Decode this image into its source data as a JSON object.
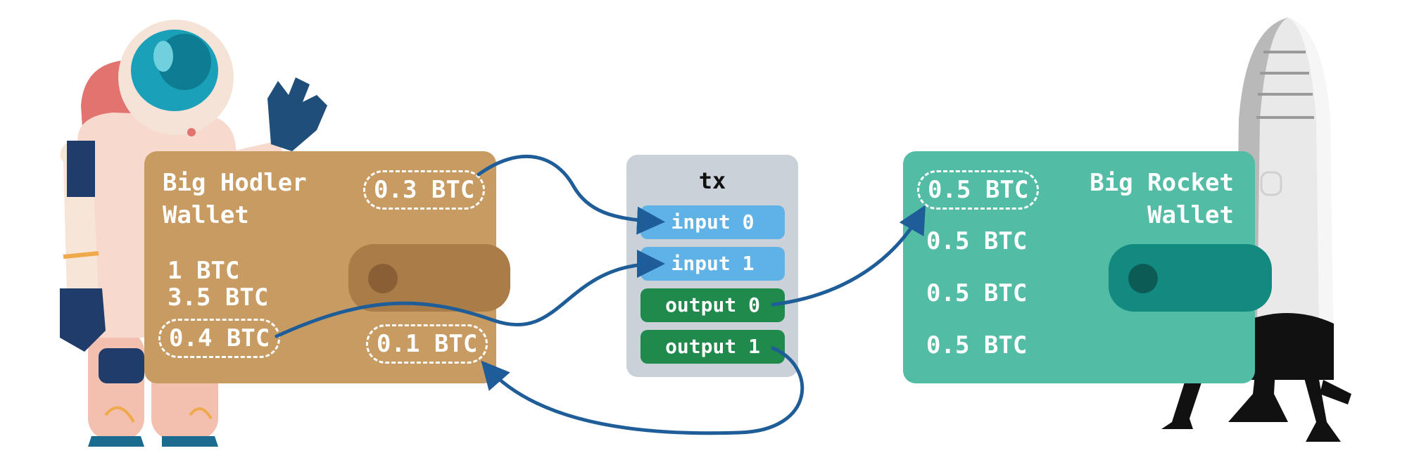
{
  "colors": {
    "left_wallet": "#c79b61",
    "right_wallet": "#52bca4",
    "tx_box": "#cad1d9",
    "input_pill": "#5fb2e6",
    "output_pill": "#1f8a4c",
    "arrow": "#1f5d99"
  },
  "left_wallet": {
    "title": "Big Hodler\nWallet",
    "amounts": [
      "1 BTC",
      "3.5 BTC"
    ],
    "selected_input_a": "0.3 BTC",
    "selected_input_b": "0.4 BTC",
    "change": "0.1 BTC"
  },
  "tx": {
    "title": "tx",
    "inputs": [
      "input 0",
      "input 1"
    ],
    "outputs": [
      "output 0",
      "output 1"
    ]
  },
  "right_wallet": {
    "title": "Big Rocket\nWallet",
    "received": "0.5 BTC",
    "amounts": [
      "0.5 BTC",
      "0.5 BTC",
      "0.5 BTC"
    ]
  },
  "illustrations": [
    "astronaut-illustration",
    "rocket-illustration"
  ]
}
